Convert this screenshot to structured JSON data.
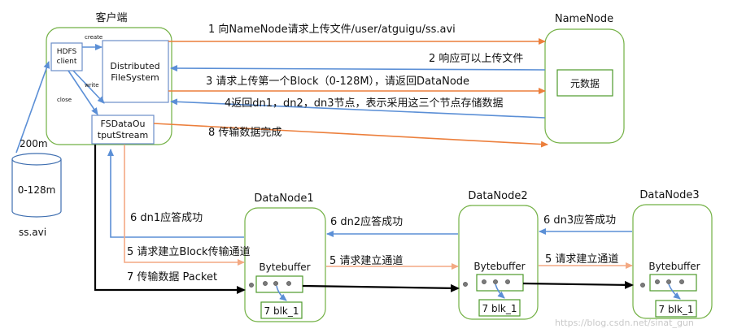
{
  "client": {
    "title": "客户端",
    "hdfs_client_line1": "HDFS",
    "hdfs_client_line2": "client",
    "dfs_line1": "Distributed",
    "dfs_line2": "FileSystem",
    "fsdos_line1": "FSDataOu",
    "fsdos_line2": "tputStream",
    "label_create": "create",
    "label_write": "write",
    "label_close": "close"
  },
  "file": {
    "size_label": "200m",
    "block_label": "0-128m",
    "name": "ss.avi"
  },
  "namenode": {
    "title": "NameNode",
    "metadata": "元数据"
  },
  "datanodes": [
    {
      "title": "DataNode1",
      "buffer": "Bytebuffer",
      "block": "7 blk_1"
    },
    {
      "title": "DataNode2",
      "buffer": "Bytebuffer",
      "block": "7 blk_1"
    },
    {
      "title": "DataNode3",
      "buffer": "Bytebuffer",
      "block": "7 blk_1"
    }
  ],
  "steps": {
    "s1": "1 向NameNode请求上传文件/user/atguigu/ss.avi",
    "s2": "2 响应可以上传文件",
    "s3": "3 请求上传第一个Block（0-128M），请返回DataNode",
    "s4": "4返回dn1，dn2，dn3节点，表示采用这三个节点存储数据",
    "s8": "8 传输数据完成",
    "s6_dn1": "6 dn1应答成功",
    "s5_block": "5 请求建立Block传输通道",
    "s7": "7 传输数据  Packet",
    "s6_dn2": "6 dn2应答成功",
    "s5_dn2": "5 请求建立通道",
    "s6_dn3": "6 dn3应答成功",
    "s5_dn3": "5 请求建立通道"
  },
  "watermark": "https://blog.csdn.net/sinat_gun"
}
